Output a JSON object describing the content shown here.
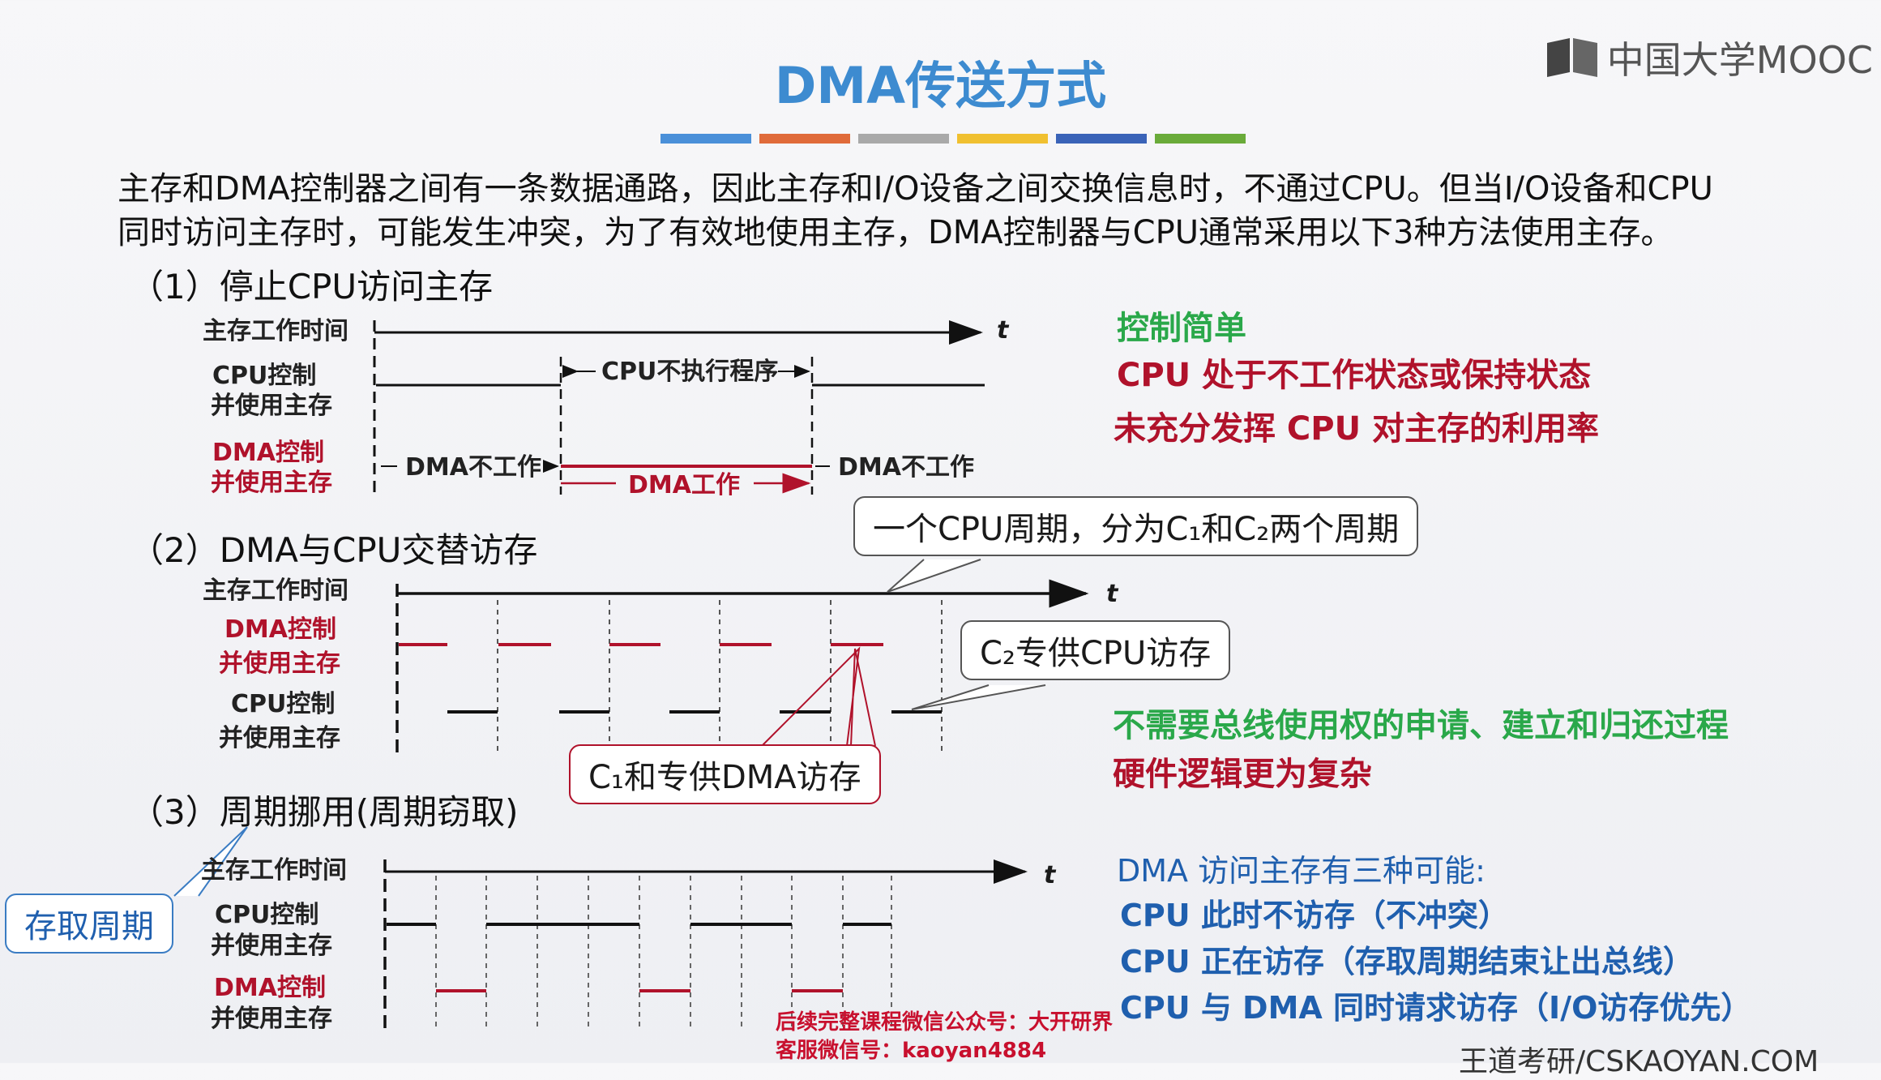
{
  "title": "DMA传送方式",
  "logo": "中国大学MOOC",
  "color_bar": [
    "#4a90d9",
    "#e06b3a",
    "#a9a9a9",
    "#f0c030",
    "#3a63b8",
    "#6aab3a"
  ],
  "intro": {
    "line1": "主存和DMA控制器之间有一条数据通路，因此主存和I/O设备之间交换信息时，不通过CPU。但当I/O设备和CPU",
    "line2": "同时访问主存时，可能发生冲突，为了有效地使用主存，DMA控制器与CPU通常采用以下3种方法使用主存。"
  },
  "s1": {
    "heading": "（1）停止CPU访问主存",
    "row_time": "主存工作时间",
    "row_cpu_1": "CPU控制",
    "row_cpu_2": "并使用主存",
    "row_dma_1": "DMA控制",
    "row_dma_2": "并使用主存",
    "t": "t",
    "cpu_idle": "CPU不执行程序",
    "dma_off_left": "DMA不工作",
    "dma_on": "DMA工作",
    "dma_off_right": "DMA不工作",
    "note1": "控制简单",
    "note2": "CPU 处于不工作状态或保持状态",
    "note3": "未充分发挥 CPU 对主存的利用率"
  },
  "s2": {
    "heading": "（2）DMA与CPU交替访存",
    "row_time": "主存工作时间",
    "row_dma_1": "DMA控制",
    "row_dma_2": "并使用主存",
    "row_cpu_1": "CPU控制",
    "row_cpu_2": "并使用主存",
    "t": "t",
    "callout_cycle": "一个CPU周期，分为C₁和C₂两个周期",
    "callout_c2": "C₂专供CPU访存",
    "callout_c1": "C₁和专供DMA访存",
    "note1": "不需要总线使用权的申请、建立和归还过程",
    "note2": "硬件逻辑更为复杂"
  },
  "s3": {
    "heading": "（3）周期挪用(周期窃取)",
    "row_time": "主存工作时间",
    "row_cpu_1": "CPU控制",
    "row_cpu_2": "并使用主存",
    "row_dma_1": "DMA控制",
    "row_dma_2": "并使用主存",
    "t": "t",
    "callout_access": "存取周期",
    "note_head": "DMA 访问主存有三种可能:",
    "note1": "CPU 此时不访存（不冲突）",
    "note2": "CPU 正在访存（存取周期结束让出总线）",
    "note3": "CPU 与 DMA 同时请求访存（I/O访存优先）"
  },
  "watermark": {
    "line1": "后续完整课程微信公众号：大开研界",
    "line2": "客服微信号：kaoyan4884",
    "site": "王道考研/CSKAOYAN.COM"
  }
}
